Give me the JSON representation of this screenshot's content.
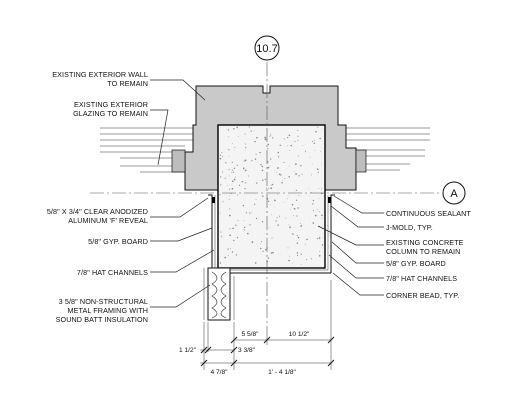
{
  "grid": {
    "column_line": "10.7",
    "row_line": "A"
  },
  "labels_left": [
    "EXISTING EXTERIOR WALL",
    "TO REMAIN",
    "EXISTING EXTERIOR",
    "GLAZING TO REMAIN",
    "5/8\" X 3/4\" CLEAR ANODIZED",
    "ALUMINUM 'F' REVEAL",
    "5/8\" GYP. BOARD",
    "7/8\" HAT CHANNELS",
    "3 5/8\" NON-STRUCTURAL",
    "METAL FRAMING WITH",
    "SOUND BATT INSULATION"
  ],
  "labels_right": [
    "CONTINUOUS SEALANT",
    "J-MOLD, TYP.",
    "EXISTING CONCRETE",
    "COLUMN TO REMAIN",
    "5/8\" GYP. BOARD",
    "7/8\" HAT CHANNELS",
    "CORNER BEAD, TYP."
  ],
  "dimensions": {
    "d1": "5 5/8\"",
    "d2": "10 1/2\"",
    "d3": "1 1/2\"",
    "d4": "3 3/8\"",
    "d5": "4 7/8\"",
    "d6": "1' - 4 1/8\""
  },
  "colors": {
    "wall_fill": "#c9c9c9",
    "concrete_fill": "#f4f4f4",
    "line": "#111111"
  }
}
